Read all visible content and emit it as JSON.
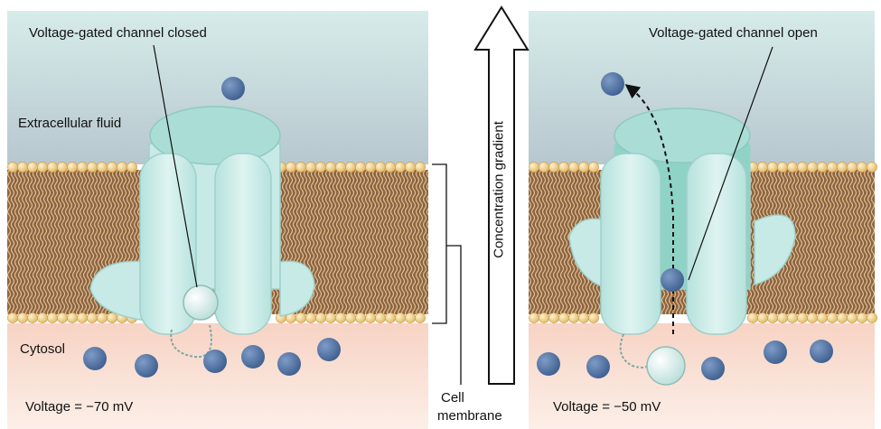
{
  "labels": {
    "closed_channel": "Voltage-gated channel closed",
    "open_channel": "Voltage-gated channel open",
    "extracellular": "Extracellular fluid",
    "cytosol": "Cytosol",
    "voltage_left": "Voltage = −70 mV",
    "voltage_right": "Voltage = −50 mV",
    "cell_membrane_line1": "Cell",
    "cell_membrane_line2": "membrane",
    "gradient": "Concentration gradient"
  },
  "colors": {
    "extracellular_top": "#d6ece9",
    "extracellular_bottom": "#b7c7cf",
    "cytosol_top": "#f7d3c4",
    "cytosol_bottom": "#fcefe8",
    "lipid_head": "#f1cf8a",
    "lipid_tail_region": "#8b6547",
    "channel": "#c7eae6",
    "channel_inner": "#8fd3c6",
    "ion": "#5b7bab"
  }
}
